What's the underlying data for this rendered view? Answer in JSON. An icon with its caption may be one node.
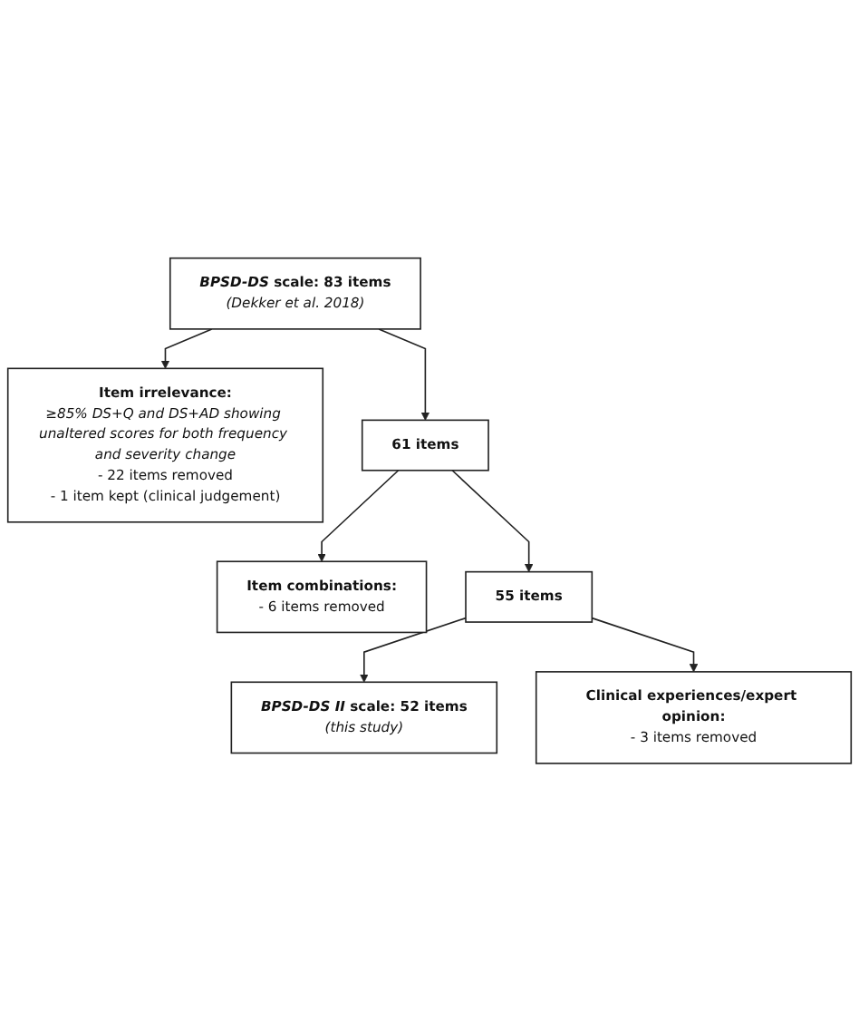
{
  "diagram": {
    "nodes": [
      {
        "text": [
          "*BPSD-DS* scale: 83 items",
          "(Dekker et al. 2018)"
        ]
      },
      {
        "text": [
          "Item irrelevance:",
          "≥85% DS+Q and DS+AD showing unaltered scores for both frequency and severity change",
          "- 22 items removed",
          "- 1 item kept (clinical judgement)"
        ]
      },
      {
        "text": [
          "61 items"
        ]
      },
      {
        "text": [
          "Item combinations:",
          "- 6 items removed"
        ]
      },
      {
        "text": [
          "55 items"
        ]
      },
      {
        "text": [
          "Clinical experiences/expert opinion:",
          "- 3 items removed"
        ]
      },
      {
        "text": [
          "*BPSD-DS II* scale: 52 items",
          "(this study)"
        ]
      }
    ],
    "edges": [
      {
        "from": 0,
        "to": 2,
        "arrow": "to"
      },
      {
        "from": 0,
        "to": 1,
        "arrow": "to"
      },
      {
        "from": 2,
        "to": 4,
        "arrow": "to"
      },
      {
        "from": 2,
        "to": 3,
        "arrow": "to"
      },
      {
        "from": 4,
        "to": 6,
        "arrow": "to"
      },
      {
        "from": 4,
        "to": 5,
        "arrow": "to"
      }
    ]
  }
}
